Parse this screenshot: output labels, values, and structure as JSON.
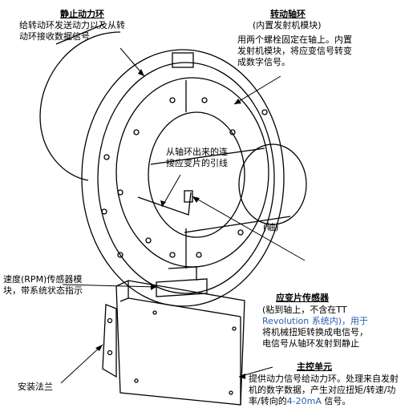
{
  "labels": {
    "stator_title": "静止动力环",
    "stator_desc": "给转动环发送动力以及从转\n动环接收数据信号",
    "rotor_title": "转动轴环",
    "rotor_subtitle": "(内置发射机模块)",
    "rotor_desc": "用两个螺栓固定在轴上。内置\n发射机模块，将应变信号转变\n成数字信号。",
    "leadwire_desc": "从轴环出来的连\n接应变片的引线",
    "shaft_label": "(轴)",
    "rpm_sensor_desc": "速度(RPM)传感器模\n块，带系统状态指示",
    "gauge_title": "应变片传感器",
    "gauge_desc_1": "(粘到轴上，不含在TT",
    "gauge_desc_2": "Revolution 系统内)，用于",
    "gauge_desc_3": "将机械扭矩转换成电信号，\n电信号从轴环发射到静止",
    "flange_label": "安装法兰",
    "main_unit_title": "主控单元",
    "main_unit_desc_1": "提供动力信号给动力环。处理来自发射\n机的数字数据，产生对应扭矩/转速/功\n率/转向的",
    "main_unit_desc_2": "4-20mA",
    "main_unit_desc_3": " 信号。"
  },
  "colors": {
    "line": "#000000",
    "highlight_text": "#2a5db0",
    "background": "#ffffff"
  }
}
